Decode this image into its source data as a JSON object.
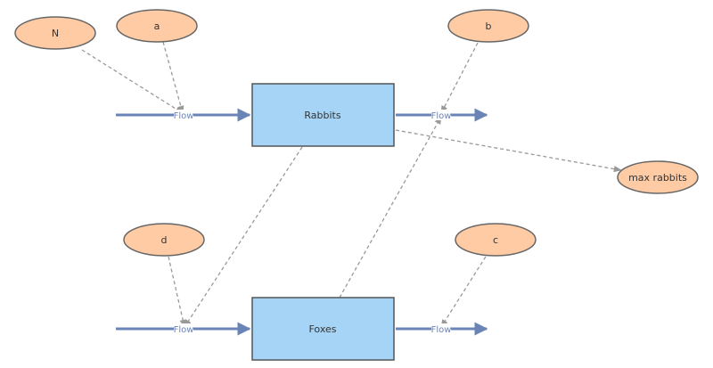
{
  "stocks": {
    "rabbits": "Rabbits",
    "foxes": "Foxes"
  },
  "variables": {
    "N": "N",
    "a": "a",
    "b": "b",
    "c": "c",
    "d": "d",
    "max_rabbits": "max rabbits"
  },
  "flows": {
    "rabbits_in": "Flow",
    "rabbits_out": "Flow",
    "foxes_in": "Flow",
    "foxes_out": "Flow"
  },
  "colors": {
    "stock_fill": "#a6d4f7",
    "variable_fill": "#ffcba4",
    "flow": "#6b84b8",
    "link": "#999999"
  }
}
